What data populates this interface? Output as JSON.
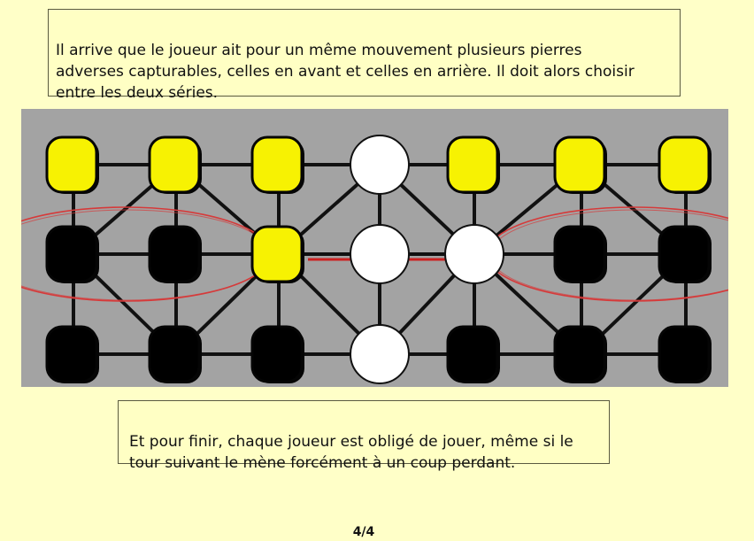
{
  "slide": {
    "intro_text": "Il arrive que le joueur ait pour un même mouvement plusieurs pierres\nadverses capturables, celles en avant et celles en arrière. Il doit alors choisir\nentre les deux séries.",
    "closing_text": "Et pour finir, chaque joueur est obligé de jouer, même si le\ntour suivant le mène forcément à un coup perdant.",
    "page_number": "4/4"
  },
  "colors": {
    "page_background": "#ffffc8",
    "board_background": "#a3a3a3",
    "yellow_piece": "#f7f202",
    "black_piece": "#000000",
    "empty_point": "#ffffff",
    "move_arrow": "#cc2020",
    "capture_ellipse": "#d63a3a"
  },
  "board": {
    "columns": 7,
    "rows": 3,
    "pieces": [
      [
        "yellow",
        "yellow",
        "yellow",
        "empty",
        "yellow",
        "yellow",
        "yellow"
      ],
      [
        "black",
        "black",
        "yellow",
        "empty",
        "empty",
        "black",
        "black"
      ],
      [
        "black",
        "black",
        "black",
        "empty",
        "black",
        "black",
        "black"
      ]
    ],
    "move": {
      "from": {
        "row": 2,
        "col": 3
      },
      "to": {
        "row": 2,
        "col": 5
      }
    },
    "highlighted_groups": [
      {
        "row": 2,
        "cols": [
          1,
          2
        ],
        "label": "capture-backward"
      },
      {
        "row": 2,
        "cols": [
          6,
          7
        ],
        "label": "capture-forward"
      }
    ]
  }
}
